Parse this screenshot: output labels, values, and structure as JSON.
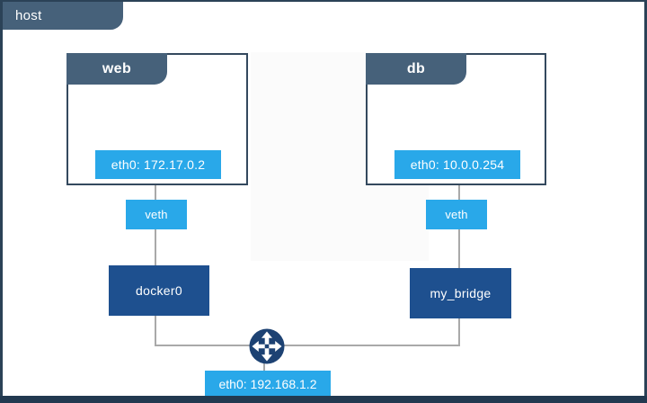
{
  "host": {
    "label": "host",
    "interface_label": "eth0: 192.168.1.2"
  },
  "containers": [
    {
      "name": "web",
      "interface_label": "eth0: 172.17.0.2",
      "veth_label": "veth",
      "bridge_label": "docker0"
    },
    {
      "name": "db",
      "interface_label": "eth0: 10.0.0.254",
      "veth_label": "veth",
      "bridge_label": "my_bridge"
    }
  ],
  "icons": {
    "router": "four-way-arrows"
  },
  "colors": {
    "accent_blue": "#29a8e9",
    "bridge_navy": "#1e508f",
    "header_slate": "#46617a",
    "frame_dark": "#2b4257",
    "router_navy": "#1d4273",
    "connector_gray": "#a9a9a9"
  }
}
